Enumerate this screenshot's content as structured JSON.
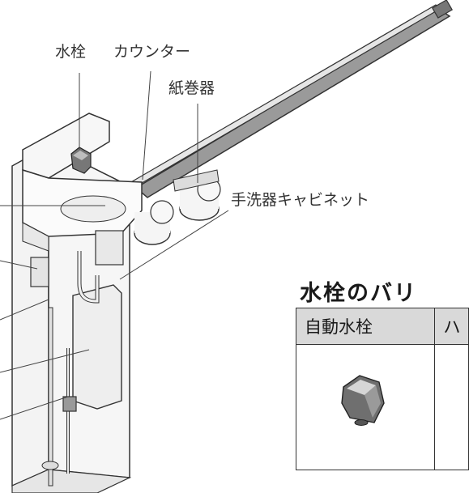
{
  "callouts": {
    "faucet": "水栓",
    "counter": "カウンター",
    "paper_holder": "紙巻器",
    "cabinet": "手洗器キャビネット"
  },
  "variations": {
    "title": "水栓のバリ",
    "columns": [
      "自動水栓",
      "ハ"
    ]
  },
  "colors": {
    "line": "#333333",
    "panel": "#d9d9d9",
    "cabinet": "#f1f1f1",
    "bar": "#8a8a8a"
  }
}
